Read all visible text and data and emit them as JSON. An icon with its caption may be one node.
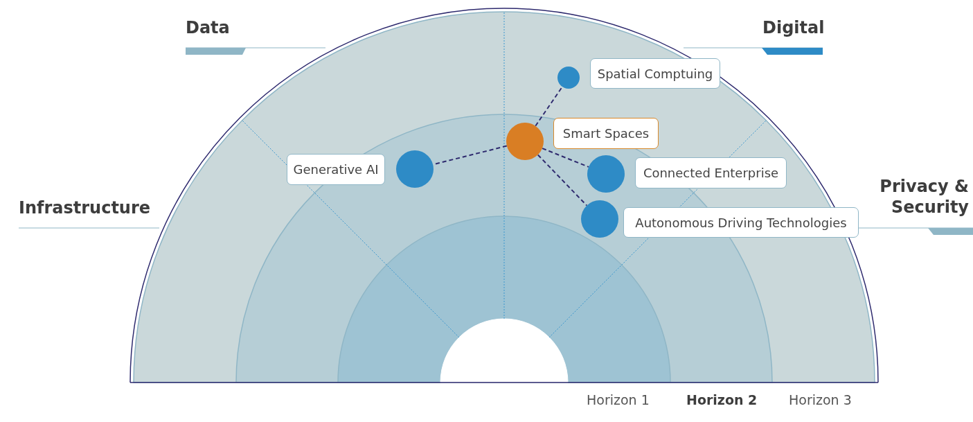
{
  "diagram": {
    "nodes": [
      {
        "text": [],
        "shape": "circle"
      },
      {
        "text": [
          "Spatial Comptuing"
        ]
      },
      {
        "text": [],
        "shape": "circle"
      },
      {
        "text": [
          "Smart Spaces"
        ]
      },
      {
        "text": [
          "Generative AI"
        ]
      },
      {
        "text": [],
        "shape": "circle"
      },
      {
        "text": [],
        "shape": "circle"
      },
      {
        "text": [
          "Connected Enterprise"
        ]
      },
      {
        "text": [],
        "shape": "circle"
      },
      {
        "text": [
          "Autonomous Driving Technologies"
        ]
      }
    ],
    "edges": [
      {
        "from": 2,
        "to": 0,
        "arrow": "none",
        "style": "dashed"
      },
      {
        "from": 2,
        "to": 5,
        "arrow": "none",
        "style": "dashed"
      },
      {
        "from": 2,
        "to": 6,
        "arrow": "none",
        "style": "dashed"
      },
      {
        "from": 2,
        "to": 8,
        "arrow": "none",
        "style": "dashed"
      }
    ],
    "labels": [
      "Data",
      "Digital",
      "Infrastructure",
      "Privacy & Security",
      "Horizon 1",
      "Horizon 2",
      "Horizon 3"
    ]
  }
}
